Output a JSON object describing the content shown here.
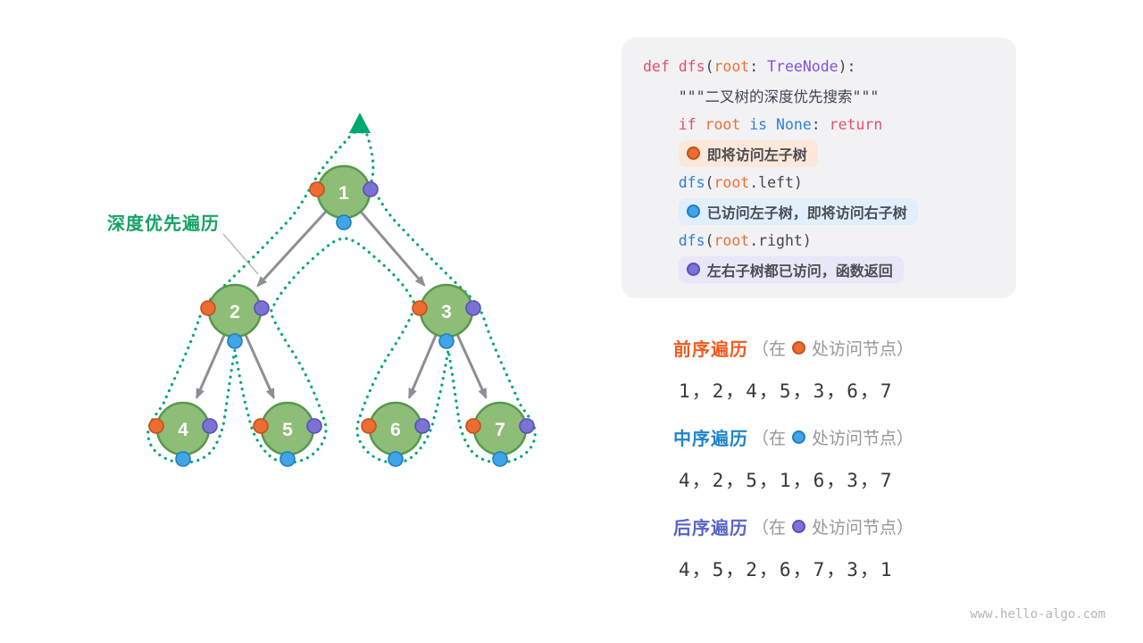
{
  "colors": {
    "node_fill": "#8dbd77",
    "node_stroke": "#55994d",
    "path_green": "#00a774",
    "edge_gray": "#8b8f96",
    "label_green": "#16a266",
    "dot_orange": "#ed6c30",
    "dot_orange_dark": "#c2511c",
    "dot_blue": "#41a3e8",
    "dot_blue_dark": "#1f7ec2",
    "dot_purple": "#7b72d3",
    "dot_purple_dark": "#574fbf",
    "code_bg": "#f2f2f4",
    "tok_red": "#e5506b",
    "tok_orange": "#ec7031",
    "tok_blue": "#2e82d6",
    "tok_purple": "#8250df",
    "tok_plain": "#3f4650",
    "badge_text": "#4c4c52",
    "badge_orange_bg": "#fbe8d9",
    "badge_blue_bg": "#e1eefb",
    "badge_purple_bg": "#e7e7f8",
    "preorder_color": "#f25a1f",
    "inorder_color": "#2084cc",
    "postorder_color": "#5a63c8",
    "note_gray": "#97979d",
    "sequence_color": "#37373c",
    "footer_gray": "#b5b5b5"
  },
  "tree": {
    "label": "深度优先遍历",
    "nodes": [
      {
        "label": "1"
      },
      {
        "label": "2"
      },
      {
        "label": "3"
      },
      {
        "label": "4"
      },
      {
        "label": "5"
      },
      {
        "label": "6"
      },
      {
        "label": "7"
      }
    ]
  },
  "code": {
    "lines": [
      {
        "indent": 0,
        "tokens": [
          {
            "t": "def ",
            "c": "red"
          },
          {
            "t": "dfs",
            "c": "red"
          },
          {
            "t": "(",
            "c": "plain"
          },
          {
            "t": "root",
            "c": "orange"
          },
          {
            "t": ": ",
            "c": "plain"
          },
          {
            "t": "TreeNode",
            "c": "purple"
          },
          {
            "t": "):",
            "c": "plain"
          }
        ]
      },
      {
        "indent": 4,
        "tokens": [
          {
            "t": "\"\"\"二叉树的深度优先搜索\"\"\"",
            "c": "plain"
          }
        ]
      },
      {
        "indent": 4,
        "tokens": [
          {
            "t": "if ",
            "c": "red"
          },
          {
            "t": "root",
            "c": "orange"
          },
          {
            "t": " is ",
            "c": "blue"
          },
          {
            "t": "None",
            "c": "blue"
          },
          {
            "t": ": ",
            "c": "plain"
          },
          {
            "t": "return",
            "c": "red"
          }
        ]
      },
      {
        "indent": 4,
        "badge": "orange",
        "text": "即将访问左子树"
      },
      {
        "indent": 4,
        "tokens": [
          {
            "t": "dfs",
            "c": "blue"
          },
          {
            "t": "(",
            "c": "plain"
          },
          {
            "t": "root",
            "c": "orange"
          },
          {
            "t": ".left)",
            "c": "plain"
          }
        ]
      },
      {
        "indent": 4,
        "badge": "blue",
        "text": "已访问左子树，即将访问右子树"
      },
      {
        "indent": 4,
        "tokens": [
          {
            "t": "dfs",
            "c": "blue"
          },
          {
            "t": "(",
            "c": "plain"
          },
          {
            "t": "root",
            "c": "orange"
          },
          {
            "t": ".right)",
            "c": "plain"
          }
        ]
      },
      {
        "indent": 4,
        "badge": "purple",
        "text": "左右子树都已访问，函数返回"
      }
    ]
  },
  "traversals": [
    {
      "title": "前序遍历",
      "note_pre": "（在",
      "note_post": "处访问节点）",
      "sequence": "1，2，4，5，3，6，7"
    },
    {
      "title": "中序遍历",
      "note_pre": "（在",
      "note_post": "处访问节点）",
      "sequence": "4，2，5，1，6，3，7"
    },
    {
      "title": "后序遍历",
      "note_pre": "（在",
      "note_post": "处访问节点）",
      "sequence": "4，5，2，6，7，3，1"
    }
  ],
  "page": {
    "footer": "www.hello-algo.com"
  }
}
